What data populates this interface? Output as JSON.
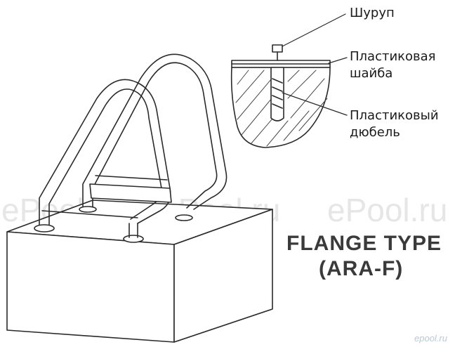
{
  "labels": {
    "screw": "Шуруп",
    "washer_line1": "Пластиковая",
    "washer_line2": "шайба",
    "anchor_line1": "Пластиковый",
    "anchor_line2": "дюбель"
  },
  "title": {
    "line1": "FLANGE TYPE",
    "line2": "(ARA-F)"
  },
  "watermarks": {
    "left": "ePool.ru",
    "center": "ePool.ru",
    "right": "ePool.ru",
    "corner": "epool.ru"
  },
  "colors": {
    "stroke": "#2a2a2a",
    "title": "#3a3a3a",
    "watermark": "#e6e6e6"
  }
}
